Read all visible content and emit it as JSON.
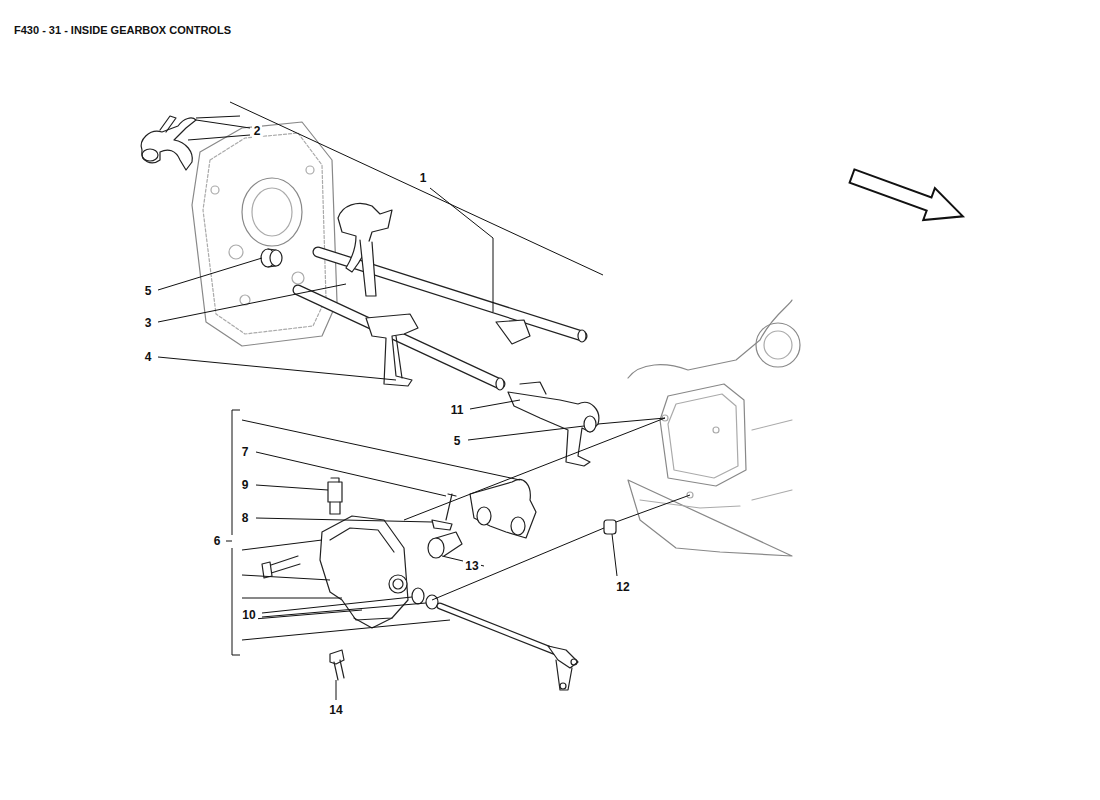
{
  "diagram": {
    "title": "F430 - 31 - INSIDE GEARBOX CONTROLS",
    "labels": [
      "2",
      "1",
      "5",
      "3",
      "4",
      "11",
      "5",
      "7",
      "9",
      "8",
      "6",
      "13",
      "10",
      "12",
      "14"
    ]
  }
}
